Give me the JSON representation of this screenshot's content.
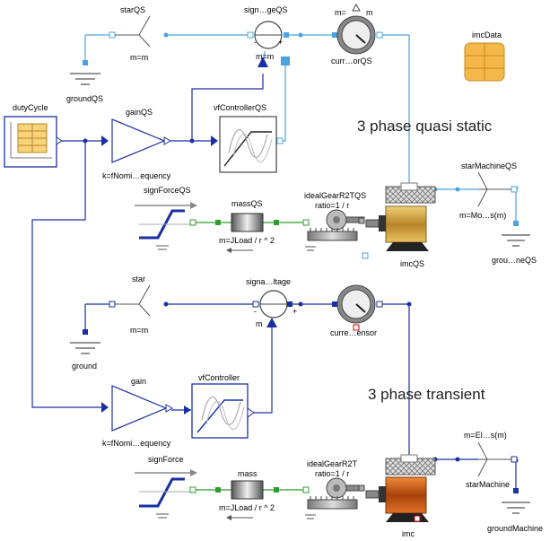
{
  "colors": {
    "quasi_static_wire": "#4aa3e0",
    "transient_wire": "#1a2fa3",
    "mechanical_wire": "#2e9d2e",
    "signal_block": "#1a2fa3",
    "machine_qs": "#c8a040",
    "machine_t": "#c85a10"
  },
  "sections": {
    "quasi_static_title": "3 phase quasi static",
    "transient_title": "3 phase transient"
  },
  "components": {
    "starQS": {
      "name": "starQS",
      "param": "m=m"
    },
    "groundQS": {
      "name": "groundQS"
    },
    "signalVoltageQS": {
      "name": "sign…geQS",
      "minus": "-",
      "plus": "+",
      "param": "m=m"
    },
    "currentSensorQS": {
      "name": "curr…orQS",
      "m_left": "m=",
      "m_right": "m"
    },
    "imcData": {
      "name": "imcData"
    },
    "dutyCycle": {
      "name": "dutyCycle"
    },
    "gainQS": {
      "name": "gainQS",
      "param": "k=fNomi…equency"
    },
    "vfControllerQS": {
      "name": "vfControllerQS"
    },
    "starMachineQS": {
      "name": "starMachineQS",
      "param": "m=Mo…s(m)"
    },
    "groundMachineQS": {
      "name": "grou…neQS"
    },
    "signForceQS": {
      "name": "signForceQS"
    },
    "massQS": {
      "name": "massQS",
      "param": "m=JLoad / r ^ 2"
    },
    "idealGearR2TQS": {
      "name": "idealGearR2TQS",
      "param": "ratio=1 / r"
    },
    "imcQS": {
      "name": "imcQS"
    },
    "star": {
      "name": "star",
      "param": "m=m"
    },
    "ground": {
      "name": "ground"
    },
    "signalVoltage": {
      "name": "signa…ltage",
      "minus": "-",
      "plus": "+",
      "param": "m"
    },
    "currentSensor": {
      "name": "curre…ensor"
    },
    "gain": {
      "name": "gain",
      "param": "k=fNomi…equency"
    },
    "vfController": {
      "name": "vfController"
    },
    "starMachine": {
      "name": "starMachine",
      "param": "m=El…s(m)"
    },
    "groundMachine": {
      "name": "groundMachine"
    },
    "signForce": {
      "name": "signForce"
    },
    "mass": {
      "name": "mass",
      "param": "m=JLoad / r ^ 2"
    },
    "idealGearR2T": {
      "name": "idealGearR2T",
      "param": "ratio=1 / r"
    },
    "imc": {
      "name": "imc"
    }
  }
}
